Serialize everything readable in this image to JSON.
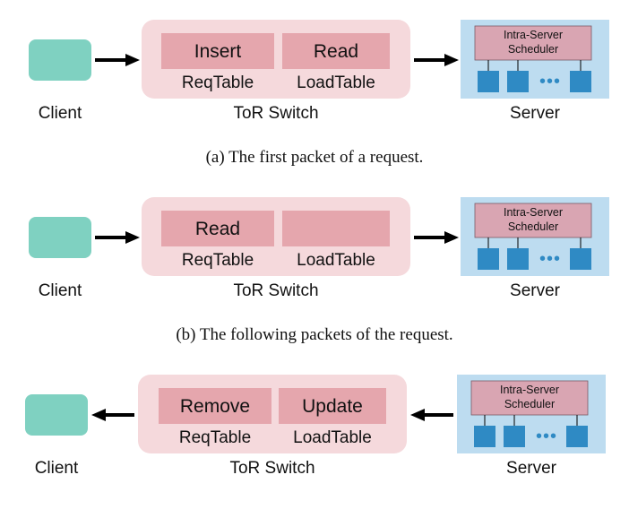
{
  "colors": {
    "client": "#7fd1c1",
    "switch_bg": "#f5d9dc",
    "table": "#e5a6ad",
    "server_bg": "#bddcf0",
    "scheduler": "#d9a5b2",
    "worker": "#2f8ac4",
    "arrow": "#000000"
  },
  "panels": [
    {
      "direction": "right",
      "client_label": "Client",
      "switch_label": "ToR Switch",
      "server_label": "Server",
      "scheduler_label_1": "Intra-Server",
      "scheduler_label_2": "Scheduler",
      "dots": "•••",
      "req_action": "Insert",
      "req_table": "ReqTable",
      "load_action": "Read",
      "load_table": "LoadTable",
      "caption": "(a)  The first packet of a request."
    },
    {
      "direction": "right",
      "client_label": "Client",
      "switch_label": "ToR Switch",
      "server_label": "Server",
      "scheduler_label_1": "Intra-Server",
      "scheduler_label_2": "Scheduler",
      "dots": "•••",
      "req_action": "Read",
      "req_table": "ReqTable",
      "load_action": "",
      "load_table": "LoadTable",
      "caption": "(b)  The following packets of the request."
    },
    {
      "direction": "left",
      "client_label": "Client",
      "switch_label": "ToR Switch",
      "server_label": "Server",
      "scheduler_label_1": "Intra-Server",
      "scheduler_label_2": "Scheduler",
      "dots": "•••",
      "req_action": "Remove",
      "req_table": "ReqTable",
      "load_action": "Update",
      "load_table": "LoadTable",
      "caption": ""
    }
  ]
}
